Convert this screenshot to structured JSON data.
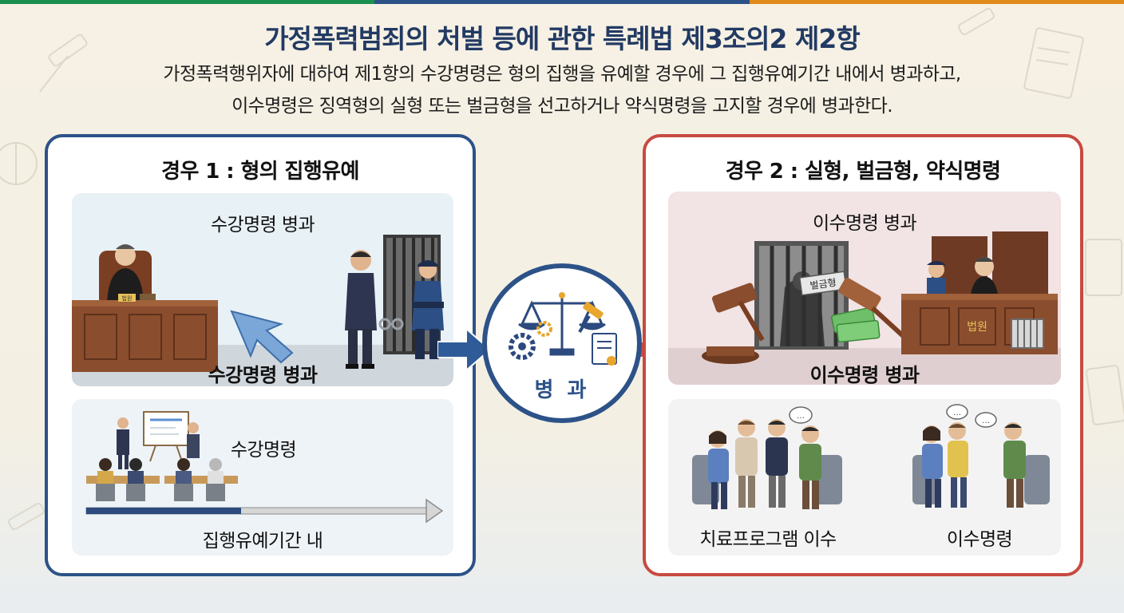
{
  "colors": {
    "title": "#223a63",
    "case1_border": "#2c5288",
    "case2_border": "#c74a40",
    "center_accent": "#2c5288",
    "arrow_left": "#2f5c98",
    "arrow_right": "#d9483d",
    "top_stripe": [
      "#1b8f4e",
      "#2c5288",
      "#e08a1c"
    ]
  },
  "header": {
    "title": "가정폭력범죄의 처벌 등에 관한 특례법 제3조의2 제2항",
    "subtitle_line1": "가정폭력행위자에 대하여 제1항의 수강명령은 형의 집행을 유예할 경우에 그 집행유예기간 내에서 병과하고,",
    "subtitle_line2": "이수명령은 징역형의 실형 또는 벌금형을 선고하거나 약식명령을 고지할 경우에 병과한다."
  },
  "case1": {
    "title": "경우 1 : 형의 집행유예",
    "top_panel": {
      "heading": "수강명령 병과",
      "caption": "수강명령 병과",
      "icons": [
        "judge-icon",
        "defendant-icon",
        "prison-guard-icon",
        "jail-cell-icon"
      ],
      "nameplate": "법원"
    },
    "bottom_panel": {
      "label": "수강명령",
      "timeline_label": "집행유예기간 내",
      "icons": [
        "classroom-lecture-icon",
        "timeline-arrow-icon"
      ],
      "timeline_progress": 0.45
    }
  },
  "center": {
    "label": "병 과",
    "icons": [
      "scales-icon",
      "gear-icon",
      "gavel-icon",
      "certificate-icon"
    ]
  },
  "case2": {
    "title": "경우 2 : 실형, 벌금형, 약식명령",
    "top_panel": {
      "heading": "이수명령 병과",
      "caption": "이수명령 병과",
      "sign": "벌금형",
      "nameplate": "법원",
      "icons": [
        "gavel-icon",
        "jail-cell-icon",
        "money-icon",
        "judge-icon",
        "guard-icon"
      ]
    },
    "bottom_panel": {
      "left_label": "치료프로그램 이수",
      "right_label": "이수명령",
      "icons": [
        "group-therapy-icon",
        "counseling-icon"
      ]
    }
  }
}
